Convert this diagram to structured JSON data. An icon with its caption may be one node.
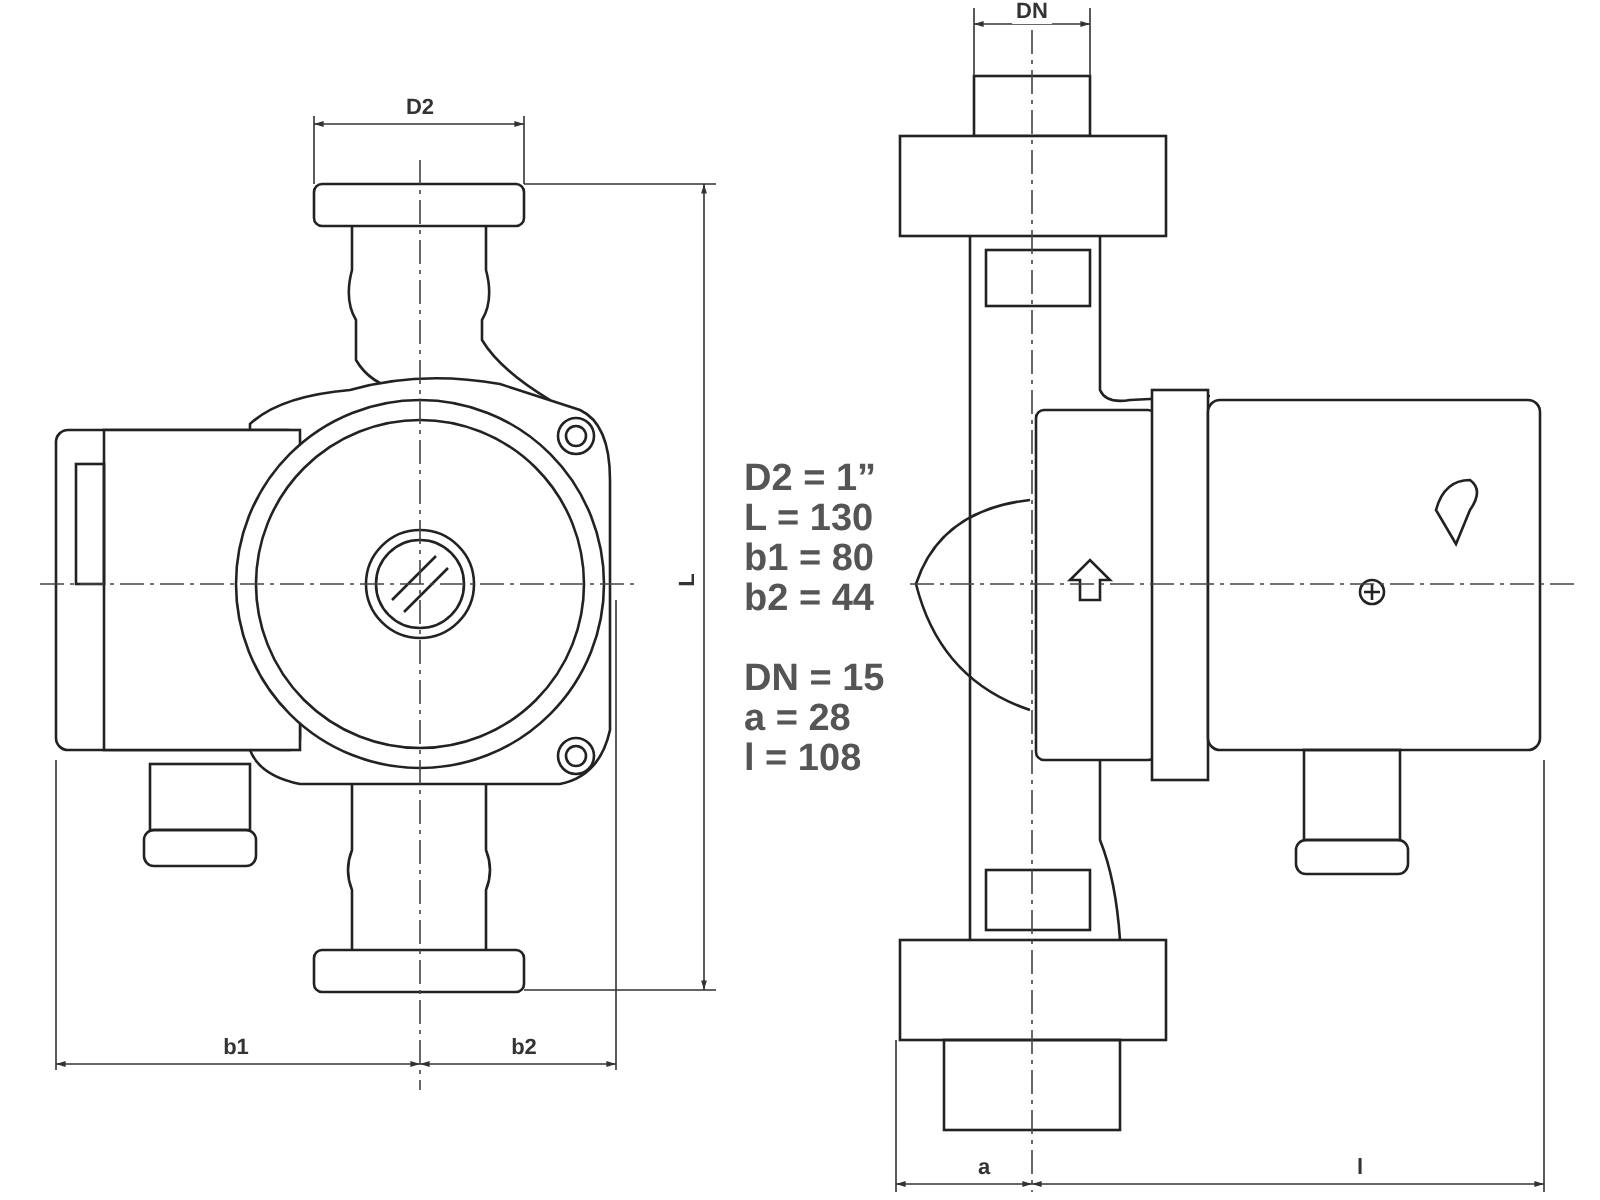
{
  "diagram": {
    "labels": [
      "DN",
      "D2",
      "D2 = 1”",
      "L = 130",
      "b1 = 80",
      "b2 = 44",
      "L",
      "DN = 15",
      "a = 28",
      "l = 108",
      "b1",
      "b2",
      "a",
      "l"
    ]
  }
}
